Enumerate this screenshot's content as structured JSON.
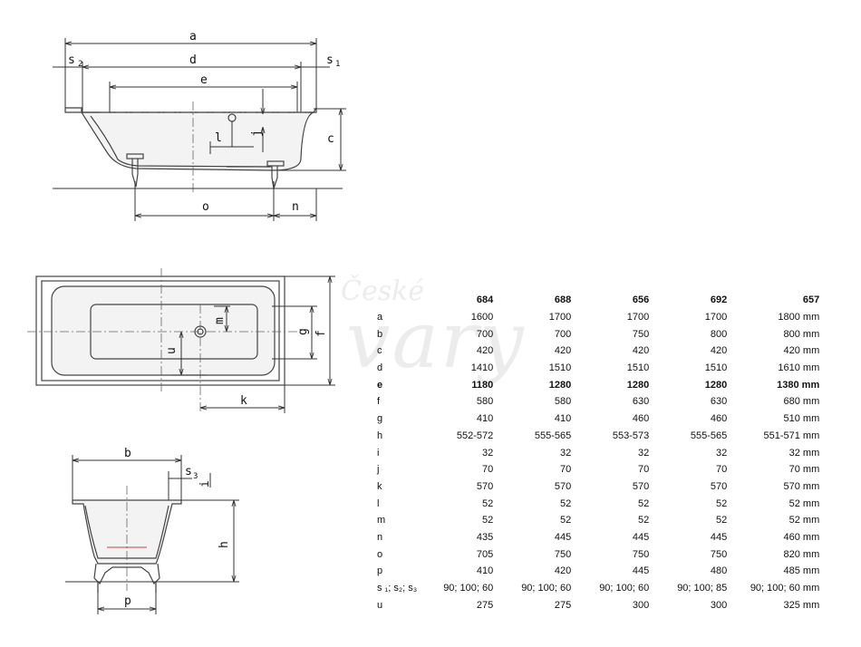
{
  "watermark": {
    "line1": "České",
    "line2": "vary"
  },
  "drawing_labels": {
    "a": "a",
    "d": "d",
    "e": "e",
    "s2": "s",
    "s2_sub": "2",
    "s1": "s",
    "s1_sub": "1",
    "c": "c",
    "j": "j",
    "l": "l",
    "o": "o",
    "n": "n",
    "g": "g",
    "f": "f",
    "m": "m",
    "u": "u",
    "k": "k",
    "b": "b",
    "s3": "s",
    "s3_sub": "3",
    "i": "i",
    "h": "h",
    "p": "p"
  },
  "table": {
    "headers": [
      "684",
      "688",
      "656",
      "692",
      "657"
    ],
    "rows": [
      {
        "label": "a",
        "values": [
          "1600",
          "1700",
          "1700",
          "1700",
          "1800 mm"
        ]
      },
      {
        "label": "b",
        "values": [
          "700",
          "700",
          "750",
          "800",
          "800 mm"
        ]
      },
      {
        "label": "c",
        "values": [
          "420",
          "420",
          "420",
          "420",
          "420 mm"
        ]
      },
      {
        "label": "d",
        "values": [
          "1410",
          "1510",
          "1510",
          "1510",
          "1610 mm"
        ]
      },
      {
        "label": "e",
        "values": [
          "1180",
          "1280",
          "1280",
          "1280",
          "1380 mm"
        ]
      },
      {
        "label": "f",
        "values": [
          "580",
          "580",
          "630",
          "630",
          "680 mm"
        ]
      },
      {
        "label": "g",
        "values": [
          "410",
          "410",
          "460",
          "460",
          "510 mm"
        ]
      },
      {
        "label": "h",
        "values": [
          "552-572",
          "555-565",
          "553-573",
          "555-565",
          "551-571 mm"
        ]
      },
      {
        "label": "i",
        "values": [
          "32",
          "32",
          "32",
          "32",
          "32 mm"
        ]
      },
      {
        "label": "j",
        "values": [
          "70",
          "70",
          "70",
          "70",
          "70 mm"
        ]
      },
      {
        "label": "k",
        "values": [
          "570",
          "570",
          "570",
          "570",
          "570 mm"
        ]
      },
      {
        "label": "l",
        "values": [
          "52",
          "52",
          "52",
          "52",
          "52 mm"
        ]
      },
      {
        "label": "m",
        "values": [
          "52",
          "52",
          "52",
          "52",
          "52 mm"
        ]
      },
      {
        "label": "n",
        "values": [
          "435",
          "445",
          "445",
          "445",
          "460 mm"
        ]
      },
      {
        "label": "o",
        "values": [
          "705",
          "750",
          "750",
          "750",
          "820 mm"
        ]
      },
      {
        "label": "p",
        "values": [
          "410",
          "420",
          "445",
          "480",
          "485 mm"
        ]
      },
      {
        "label": "s ₁; s₂; s₃",
        "values": [
          "90; 100; 60",
          "90; 100; 60",
          "90; 100; 60",
          "90; 100; 85",
          "90; 100; 60 mm"
        ]
      },
      {
        "label": "u",
        "values": [
          "275",
          "275",
          "300",
          "300",
          "325 mm"
        ]
      }
    ]
  }
}
